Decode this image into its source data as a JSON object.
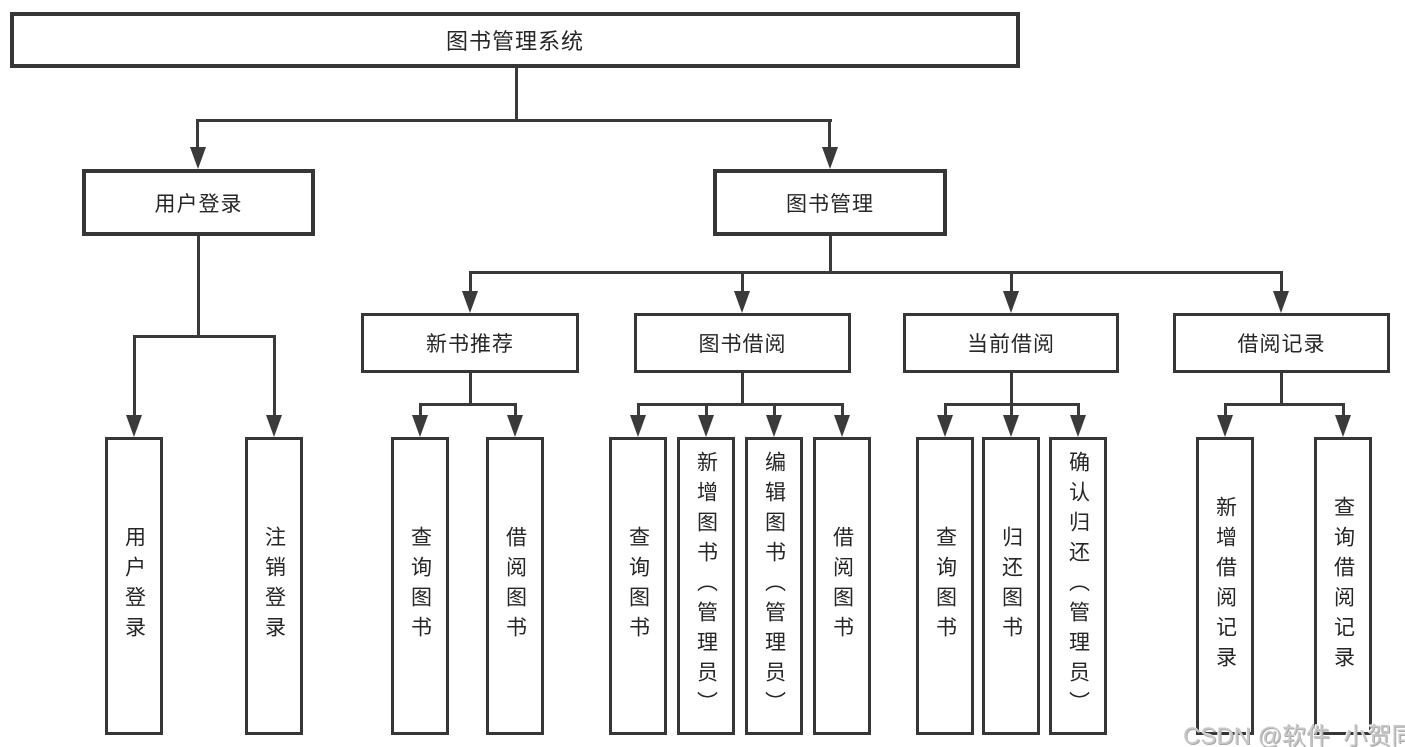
{
  "diagram": {
    "root_label": "图书管理系统",
    "level2": [
      {
        "label": "用户登录",
        "leaves": [
          "用户登录",
          "注销登录"
        ]
      },
      {
        "label": "图书管理"
      }
    ],
    "level3": [
      {
        "label": "新书推荐",
        "leaves": [
          "查询图书",
          "借阅图书"
        ]
      },
      {
        "label": "图书借阅",
        "leaves": [
          "查询图书",
          "新增图书（管理员）",
          "编辑图书（管理员）",
          "借阅图书"
        ]
      },
      {
        "label": "当前借阅",
        "leaves": [
          "查询图书",
          "归还图书",
          "确认归还（管理员）"
        ]
      },
      {
        "label": "借阅记录",
        "leaves": [
          "新增借阅记录",
          "查询借阅记录"
        ]
      }
    ]
  },
  "watermark": {
    "text": "CSDN @软件_小贺同学"
  },
  "colors": {
    "line": "#3a3a3a",
    "box_border": "#363636",
    "text": "#262626",
    "watermark": "#c8c8c8",
    "background": "#ffffff"
  }
}
